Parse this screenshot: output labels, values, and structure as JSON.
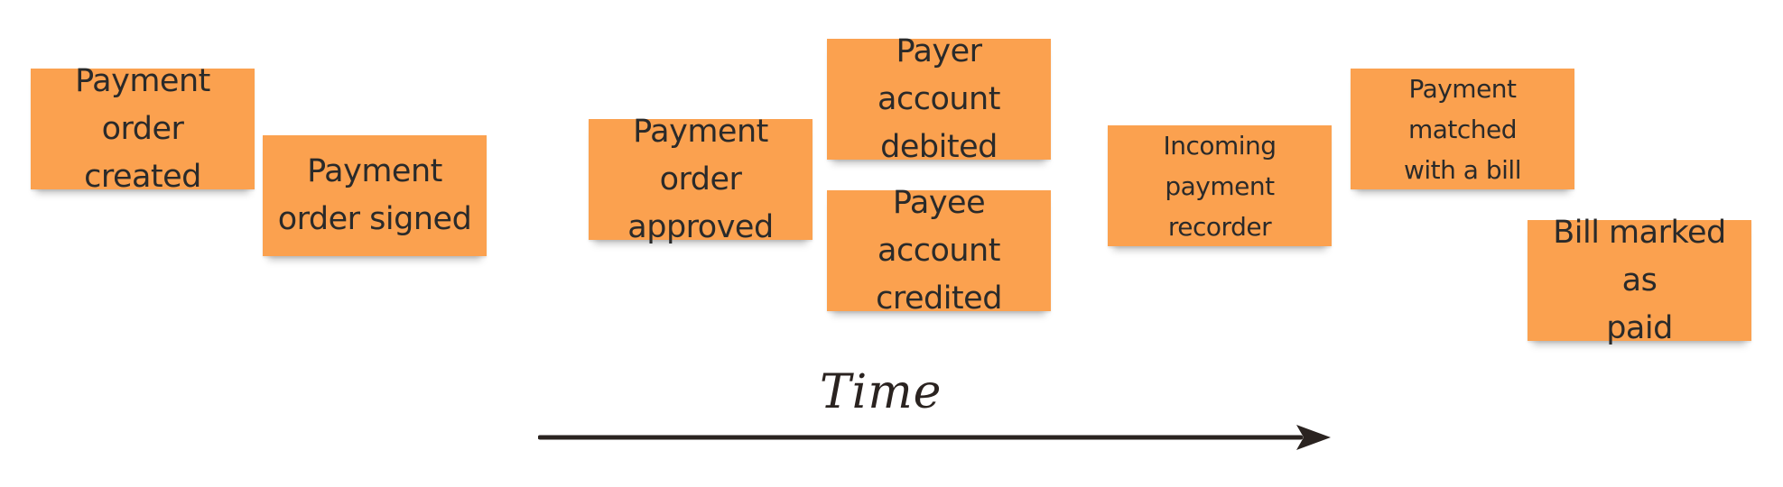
{
  "diagram": {
    "events": [
      {
        "id": "n1",
        "label": "Payment\norder created"
      },
      {
        "id": "n2",
        "label": "Payment\norder signed"
      },
      {
        "id": "n3",
        "label": "Payment order\napproved"
      },
      {
        "id": "n4",
        "label": "Payer account\ndebited"
      },
      {
        "id": "n5",
        "label": "Payee account\ncredited"
      },
      {
        "id": "n6",
        "label": "Incoming\npayment recorder"
      },
      {
        "id": "n7",
        "label": "Payment matched\nwith a bill"
      },
      {
        "id": "n8",
        "label": "Bill marked as\npaid"
      }
    ],
    "time_label": "Time"
  },
  "colors": {
    "sticky_note": "#fba14f",
    "text": "#2a2a2a",
    "arrow": "#2a2320",
    "background": "#ffffff"
  }
}
